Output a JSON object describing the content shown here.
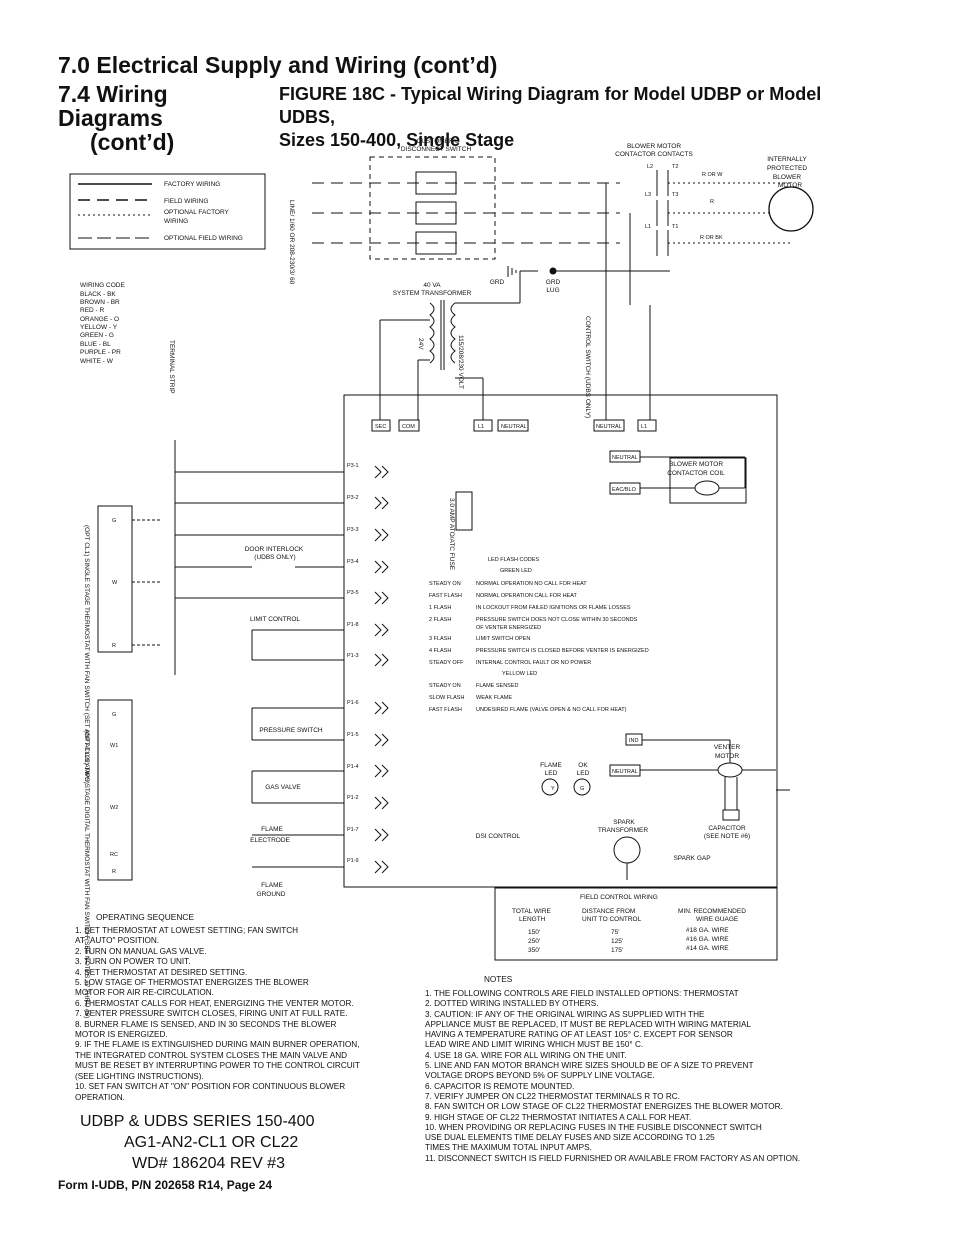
{
  "header": {
    "section_title": "7.0 Electrical Supply and Wiring (cont’d)",
    "subsection_line1": "7.4 Wiring Diagrams",
    "subsection_line2": "(cont’d)",
    "figure_line1": "FIGURE 18C - Typical Wiring Diagram for Model UDBP or Model UDBS,",
    "figure_line2": "Sizes 150-400, Single Stage"
  },
  "legend": {
    "factory": "FACTORY WIRING",
    "field": "FIELD WIRING",
    "opt_factory_1": "OPTIONAL FACTORY",
    "opt_factory_2": "WIRING",
    "opt_field": "OPTIONAL FIELD WIRING"
  },
  "wiring_code": [
    "WIRING CODE",
    "BLACK - BK",
    "BROWN - BR",
    "RED - R",
    "ORANGE - O",
    "YELLOW - Y",
    "GREEN - G",
    "BLUE - BL",
    "PURPLE - PR",
    "WHITE - W"
  ],
  "labels": {
    "customers_switch_1": "CUSTOMER'S",
    "customers_switch_2": "DISCONNECT SWITCH",
    "blower_contacts_1": "BLOWER MOTOR",
    "blower_contacts_2": "CONTACTOR CONTACTS",
    "motor_1": "INTERNALLY",
    "motor_2": "PROTECTED",
    "motor_3": "BLOWER",
    "motor_4": "MOTOR",
    "line_voltage": "LINE/ 1/60 OR 208-230/3/ 60",
    "transformer_1": "40 VA",
    "transformer_2": "SYSTEM TRANSFORMER",
    "grd": "GRD",
    "grd_lug_1": "GRD",
    "grd_lug_2": "LUG",
    "control_switch": "CONTROL SWITCH (UDBS ONLY)",
    "terminal_strip": "TERMINAL STRIP",
    "v24": "24V",
    "v115": "115/208/230 VOLT",
    "door_interlock_1": "DOOR INTERLOCK",
    "door_interlock_2": "(UDBS ONLY)",
    "limit_control": "LIMIT CONTROL",
    "pressure_switch": "PRESSURE SWITCH",
    "gas_valve": "GAS VALVE",
    "flame_electrode_1": "FLAME",
    "flame_electrode_2": "ELECTRODE",
    "flame_ground_1": "FLAME",
    "flame_ground_2": "GROUND",
    "fuse": "3.0 AMP ATO/ATC FUSE",
    "blower_coil_1": "BLOWER MOTOR",
    "blower_coil_2": "CONTACTOR COIL",
    "venter_1": "VENTER",
    "venter_2": "MOTOR",
    "capacitor_1": "CAPACITOR",
    "capacitor_2": "(SEE NOTE #6)",
    "spark_transformer_1": "SPARK",
    "spark_transformer_2": "TRANSFORMER",
    "spark_gap": "SPARK GAP",
    "dsi_control": "DSI CONTROL",
    "flame_led_1": "FLAME",
    "flame_led_2": "LED",
    "ok_led_1": "OK",
    "ok_led_2": "LED",
    "thermo1": "(OPT CL1) SINGLE STAGE THERMOSTAT WITH FAN SWITCH (SET ANT AT 0.6 AMPS)",
    "thermo2": "(OPT CL22) TWO STAGE DIGITAL THERMOSTAT WITH FAN SWITCH (SEE NOTES #7 THRU #9)"
  },
  "led_codes": {
    "title": "LED FLASH CODES",
    "green": "GREEN LED",
    "yellow": "YELLOW LED",
    "green_rows": [
      {
        "code": "STEADY ON",
        "desc": "NORMAL OPERATION NO CALL FOR HEAT"
      },
      {
        "code": "FAST FLASH",
        "desc": "NORMAL OPERATION CALL FOR HEAT"
      },
      {
        "code": "1 FLASH",
        "desc": "IN LOCKOUT FROM FAILED IGNITIONS OR FLAME LOSSES"
      },
      {
        "code": "2 FLASH",
        "desc": "PRESSURE SWITCH DOES NOT CLOSE WITHIN 30 SECONDS"
      },
      {
        "code": "",
        "desc": "OF VENTER ENERGIZED"
      },
      {
        "code": "3 FLASH",
        "desc": "LIMIT SWITCH OPEN"
      },
      {
        "code": "4 FLASH",
        "desc": "PRESSURE SWITCH IS CLOSED BEFORE VENTER IS ENERGIZED"
      },
      {
        "code": "STEADY OFF",
        "desc": "INTERNAL CONTROL FAULT OR NO POWER"
      }
    ],
    "yellow_rows": [
      {
        "code": "STEADY ON",
        "desc": "FLAME SENSED"
      },
      {
        "code": "SLOW FLASH",
        "desc": "WEAK FLAME"
      },
      {
        "code": "FAST FLASH",
        "desc": "UNDESIRED FLAME (VALVE OPEN & NO CALL FOR HEAT)"
      }
    ]
  },
  "field_table": {
    "title": "FIELD CONTROL WIRING",
    "h1a": "TOTAL WIRE",
    "h1b": "LENGTH",
    "h2a": "DISTANCE FROM",
    "h2b": "UNIT TO CONTROL",
    "h3a": "MIN. RECOMMENDED",
    "h3b": "WIRE GUAGE",
    "rows": [
      {
        "len": "150'",
        "dist": "75'",
        "gauge": "#18 GA. WIRE"
      },
      {
        "len": "250'",
        "dist": "125'",
        "gauge": "#16 GA. WIRE"
      },
      {
        "len": "350'",
        "dist": "175'",
        "gauge": "#14 GA. WIRE"
      }
    ]
  },
  "operating_sequence": {
    "title": "OPERATING SEQUENCE",
    "lines": [
      "1. SET THERMOSTAT AT LOWEST SETTING; FAN SWITCH",
      "    AT \"AUTO\" POSITION.",
      "2. TURN ON MANUAL GAS VALVE.",
      "3. TURN ON POWER TO UNIT.",
      "4. SET THERMOSTAT AT DESIRED SETTING.",
      "5. LOW STAGE OF THERMOSTAT ENERGIZES THE BLOWER",
      "    MOTOR FOR AIR RE-CIRCULATION.",
      "6. THERMOSTAT CALLS FOR HEAT, ENERGIZING THE VENTER MOTOR.",
      "7. VENTER PRESSURE SWITCH CLOSES, FIRING UNIT AT FULL RATE.",
      "8. BURNER FLAME IS SENSED, AND IN 30 SECONDS THE BLOWER",
      "    MOTOR IS ENERGIZED.",
      "9. IF THE FLAME IS EXTINGUISHED DURING MAIN BURNER OPERATION,",
      "    THE INTEGRATED CONTROL SYSTEM CLOSES THE MAIN VALVE AND",
      "    MUST BE RESET BY INTERRUPTING POWER TO THE CONTROL CIRCUIT",
      "    (SEE LIGHTING INSTRUCTIONS).",
      "10. SET FAN SWITCH AT \"ON\" POSITION FOR CONTINUOUS BLOWER",
      "    OPERATION."
    ]
  },
  "notes": {
    "title": "NOTES",
    "lines": [
      "1. THE FOLLOWING CONTROLS ARE FIELD INSTALLED OPTIONS: THERMOSTAT",
      "2. DOTTED WIRING INSTALLED BY OTHERS.",
      "3. CAUTION:  IF ANY OF THE ORIGINAL WIRING AS SUPPLIED WITH THE",
      "    APPLIANCE MUST BE REPLACED, IT MUST BE REPLACED WITH WIRING MATERIAL",
      "    HAVING A TEMPERATURE RATING OF AT LEAST 105° C. EXCEPT FOR SENSOR",
      "    LEAD WIRE AND LIMIT WIRING WHICH MUST BE 150° C.",
      "4. USE 18 GA. WIRE FOR ALL WIRING ON THE UNIT.",
      "5. LINE AND FAN MOTOR BRANCH WIRE SIZES SHOULD BE OF A SIZE TO PREVENT",
      "    VOLTAGE DROPS BEYOND 5% OF SUPPLY LINE VOLTAGE.",
      "6. CAPACITOR IS REMOTE MOUNTED.",
      "7. VERIFY JUMPER ON CL22 THERMOSTAT TERMINALS R TO RC.",
      "8. FAN SWITCH OR LOW STAGE OF CL22 THERMOSTAT ENERGIZES THE BLOWER MOTOR.",
      "9. HIGH STAGE OF CL22 THERMOSTAT INITIATES A CALL FOR HEAT.",
      "10. WHEN PROVIDING OR REPLACING FUSES IN THE FUSIBLE DISCONNECT SWITCH",
      "    USE DUAL ELEMENTS TIME DELAY FUSES AND SIZE ACCORDING TO 1.25",
      "    TIMES THE MAXIMUM TOTAL INPUT AMPS.",
      "11. DISCONNECT SWITCH IS FIELD FURNISHED OR AVAILABLE FROM FACTORY AS AN OPTION."
    ]
  },
  "series": {
    "line1": "UDBP & UDBS SERIES 150-400",
    "line2": "AG1-AN2-CL1 OR CL22",
    "line3": "WD# 186204 REV #3"
  },
  "footer": "Form I-UDB, P/N 202658 R14, Page 24"
}
